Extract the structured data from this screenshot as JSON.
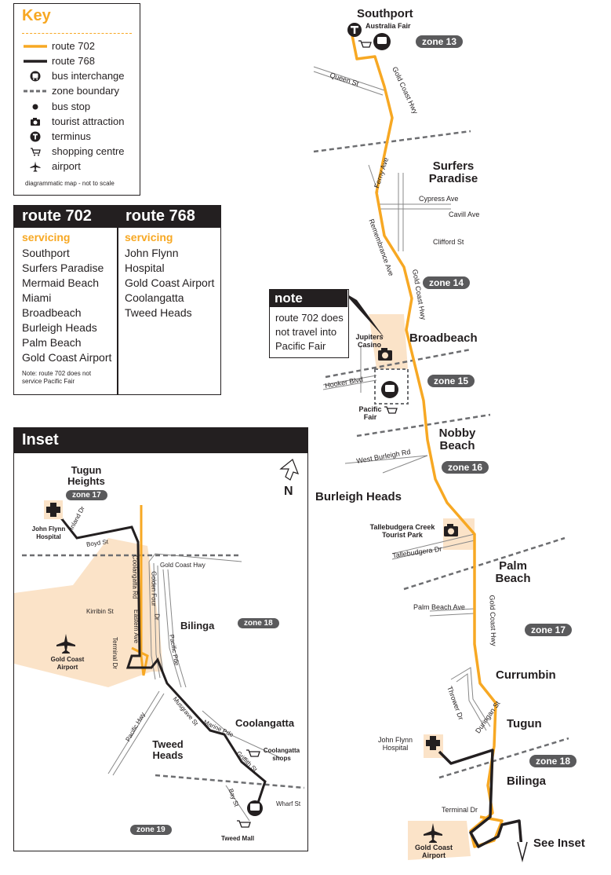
{
  "key": {
    "title": "Key",
    "items": [
      {
        "icon": "route-702-line",
        "label": "route 702"
      },
      {
        "icon": "route-768-line",
        "label": "route 768"
      },
      {
        "icon": "bus-interchange-icon",
        "label": "bus interchange"
      },
      {
        "icon": "zone-boundary-line",
        "label": "zone boundary"
      },
      {
        "icon": "bus-stop-icon",
        "label": "bus stop"
      },
      {
        "icon": "camera-icon",
        "label": "tourist attraction"
      },
      {
        "icon": "terminus-icon",
        "label": "terminus"
      },
      {
        "icon": "shopping-cart-icon",
        "label": "shopping centre"
      },
      {
        "icon": "airplane-icon",
        "label": "airport"
      }
    ],
    "footnote": "diagrammatic map - not to scale"
  },
  "colors": {
    "route702": "#f7a823",
    "route768": "#231f20",
    "land": "#fbe3c8",
    "zone": "#5a5a5c"
  },
  "routes_table": {
    "route702": {
      "title": "route 702",
      "servicing": "servicing",
      "stops": [
        "Southport",
        "Surfers Paradise",
        "Mermaid Beach",
        "Miami",
        "Broadbeach",
        "Burleigh Heads",
        "Palm Beach",
        "Gold Coast Airport"
      ],
      "note": "Note: route 702 does not service Pacific Fair"
    },
    "route768": {
      "title": "route 768",
      "servicing": "servicing",
      "stops": [
        "John Flynn Hospital",
        "Gold Coast Airport",
        "Coolangatta",
        "Tweed Heads"
      ]
    }
  },
  "note_box": {
    "title": "note",
    "lines": [
      "route 702 does",
      "not travel into",
      "Pacific Fair"
    ]
  },
  "inset": {
    "title": "Inset",
    "places": {
      "tugun_heights": "Tugun Heights",
      "bilinga": "Bilinga",
      "coolangatta": "Coolangatta",
      "tweed_heads": "Tweed Heads"
    },
    "zones": {
      "z17": "zone 17",
      "z18": "zone 18",
      "z19": "zone 19"
    },
    "labels": {
      "hospital": "John Flynn Hospital",
      "airport": "Gold Coast Airport",
      "coolangatta_shops": "Coolangatta shops",
      "tweed_mall": "Tweed Mall",
      "north": "N"
    },
    "streets": {
      "inland": "Inland Dr",
      "boyd": "Boyd St",
      "gch": "Gold Coast Hwy",
      "coolangatta_rd": "Coolangatta Rd",
      "golden_four": "Golden Four",
      "dr": "Dr",
      "kirribin": "Kirribin St",
      "eastern": "Eastern Ave",
      "terminal": "Terminal Dr",
      "pacific_pde": "Pacific Pde",
      "pacific_hwy": "Pacific Hwy",
      "musgrave": "Musgrave St",
      "marine": "Marine Pde",
      "griffith": "Griffith St",
      "bay": "Bay St",
      "wharf": "Wharf St"
    }
  },
  "main_map": {
    "places": {
      "southport": "Southport",
      "surfers": "Surfers Paradise",
      "broadbeach": "Broadbeach",
      "nobby": "Nobby Beach",
      "burleigh": "Burleigh Heads",
      "palm": "Palm Beach",
      "currumbin": "Currumbin",
      "tugun": "Tugun",
      "bilinga": "Bilinga",
      "see_inset": "See Inset"
    },
    "zones": {
      "z13": "zone 13",
      "z14": "zone 14",
      "z15": "zone 15",
      "z16": "zone 16",
      "z17": "zone 17",
      "z18": "zone 18"
    },
    "labels": {
      "australia_fair": "Australia Fair",
      "jupiters": "Jupiters Casino",
      "pacific_fair": "Pacific Fair",
      "tallebudgera": "Tallebudgera Creek Tourist Park",
      "hospital": "John Flynn Hospital",
      "airport": "Gold Coast Airport"
    },
    "streets": {
      "queen": "Queen St",
      "gch1": "Gold Coast Hwy",
      "ferny": "Ferny Ave",
      "cypress": "Cypress Ave",
      "cavill": "Cavill Ave",
      "clifford": "Clifford St",
      "remembrance": "Remembrance Ave",
      "gch2": "Gold Coast Hwy",
      "hooker": "Hooker Blvd",
      "west_burleigh": "West Burleigh Rd",
      "tallebudgera_dr": "Tallebudgera Dr",
      "palm_beach_ave": "Palm Beach Ave",
      "gch3": "Gold Coast Hwy",
      "thrower": "Thrower Dr",
      "duringan": "Duringan St",
      "terminal": "Terminal Dr"
    }
  }
}
